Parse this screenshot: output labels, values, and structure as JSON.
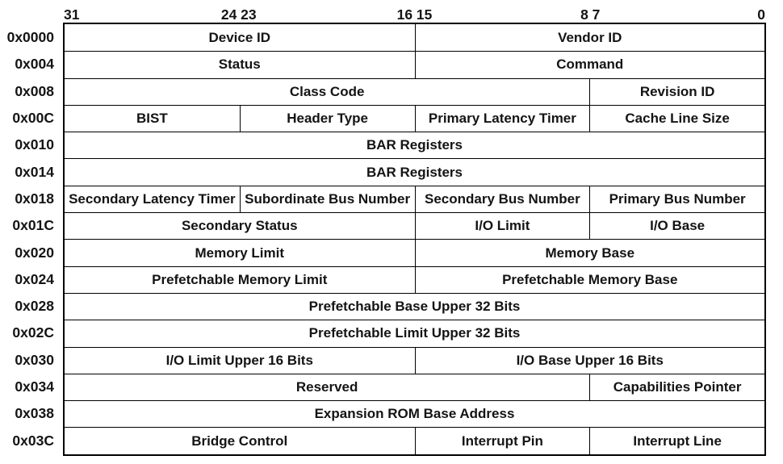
{
  "colors": {
    "background": "#ffffff",
    "border": "#000000",
    "text": "#141414"
  },
  "bit_labels": [
    "31",
    "24 23",
    "16 15",
    "8 7",
    "0"
  ],
  "rows": [
    {
      "address": "0x0000",
      "cells": [
        {
          "label": "Device ID",
          "bits": 16
        },
        {
          "label": "Vendor ID",
          "bits": 16
        }
      ]
    },
    {
      "address": "0x004",
      "cells": [
        {
          "label": "Status",
          "bits": 16
        },
        {
          "label": "Command",
          "bits": 16
        }
      ]
    },
    {
      "address": "0x008",
      "cells": [
        {
          "label": "Class Code",
          "bits": 24
        },
        {
          "label": "Revision ID",
          "bits": 8
        }
      ]
    },
    {
      "address": "0x00C",
      "cells": [
        {
          "label": "BIST",
          "bits": 8
        },
        {
          "label": "Header Type",
          "bits": 8
        },
        {
          "label": "Primary Latency Timer",
          "bits": 8
        },
        {
          "label": "Cache Line Size",
          "bits": 8
        }
      ]
    },
    {
      "address": "0x010",
      "cells": [
        {
          "label": "BAR Registers",
          "bits": 32
        }
      ]
    },
    {
      "address": "0x014",
      "cells": [
        {
          "label": "BAR Registers",
          "bits": 32
        }
      ]
    },
    {
      "address": "0x018",
      "cells": [
        {
          "label": "Secondary Latency Timer",
          "bits": 8
        },
        {
          "label": "Subordinate Bus Number",
          "bits": 8
        },
        {
          "label": "Secondary Bus Number",
          "bits": 8
        },
        {
          "label": "Primary Bus Number",
          "bits": 8
        }
      ]
    },
    {
      "address": "0x01C",
      "cells": [
        {
          "label": "Secondary Status",
          "bits": 16
        },
        {
          "label": "I/O Limit",
          "bits": 8
        },
        {
          "label": "I/O Base",
          "bits": 8
        }
      ]
    },
    {
      "address": "0x020",
      "cells": [
        {
          "label": "Memory Limit",
          "bits": 16
        },
        {
          "label": "Memory Base",
          "bits": 16
        }
      ]
    },
    {
      "address": "0x024",
      "cells": [
        {
          "label": "Prefetchable Memory Limit",
          "bits": 16
        },
        {
          "label": "Prefetchable Memory Base",
          "bits": 16
        }
      ]
    },
    {
      "address": "0x028",
      "cells": [
        {
          "label": "Prefetchable Base Upper 32 Bits",
          "bits": 32
        }
      ]
    },
    {
      "address": "0x02C",
      "cells": [
        {
          "label": "Prefetchable Limit Upper 32 Bits",
          "bits": 32
        }
      ]
    },
    {
      "address": "0x030",
      "cells": [
        {
          "label": "I/O Limit Upper 16 Bits",
          "bits": 16
        },
        {
          "label": "I/O Base Upper 16 Bits",
          "bits": 16
        }
      ]
    },
    {
      "address": "0x034",
      "cells": [
        {
          "label": "Reserved",
          "bits": 24
        },
        {
          "label": "Capabilities Pointer",
          "bits": 8
        }
      ]
    },
    {
      "address": "0x038",
      "cells": [
        {
          "label": "Expansion ROM Base Address",
          "bits": 32
        }
      ]
    },
    {
      "address": "0x03C",
      "cells": [
        {
          "label": "Bridge Control",
          "bits": 16
        },
        {
          "label": "Interrupt Pin",
          "bits": 8
        },
        {
          "label": "Interrupt Line",
          "bits": 8
        }
      ]
    }
  ]
}
